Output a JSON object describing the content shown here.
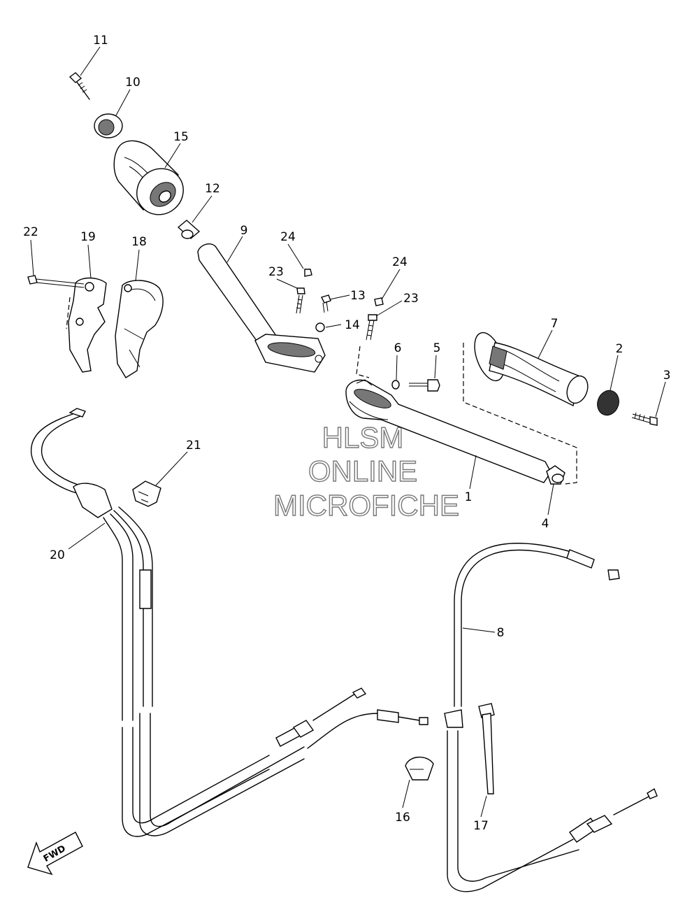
{
  "callouts": [
    {
      "id": "callout-1",
      "text": "1"
    },
    {
      "id": "callout-2",
      "text": "2"
    },
    {
      "id": "callout-3",
      "text": "3"
    },
    {
      "id": "callout-4",
      "text": "4"
    },
    {
      "id": "callout-5",
      "text": "5"
    },
    {
      "id": "callout-6",
      "text": "6"
    },
    {
      "id": "callout-7",
      "text": "7"
    },
    {
      "id": "callout-8",
      "text": "8"
    },
    {
      "id": "callout-9",
      "text": "9"
    },
    {
      "id": "callout-10",
      "text": "10"
    },
    {
      "id": "callout-11",
      "text": "11"
    },
    {
      "id": "callout-12",
      "text": "12"
    },
    {
      "id": "callout-13",
      "text": "13"
    },
    {
      "id": "callout-14",
      "text": "14"
    },
    {
      "id": "callout-15",
      "text": "15"
    },
    {
      "id": "callout-16",
      "text": "16"
    },
    {
      "id": "callout-17",
      "text": "17"
    },
    {
      "id": "callout-18",
      "text": "18"
    },
    {
      "id": "callout-19",
      "text": "19"
    },
    {
      "id": "callout-20",
      "text": "20"
    },
    {
      "id": "callout-21",
      "text": "21"
    },
    {
      "id": "callout-22",
      "text": "22"
    },
    {
      "id": "callout-23a",
      "text": "23"
    },
    {
      "id": "callout-23b",
      "text": "23"
    },
    {
      "id": "callout-24a",
      "text": "24"
    },
    {
      "id": "callout-24b",
      "text": "24"
    }
  ],
  "watermark": {
    "line1": "HLSM",
    "line2": "ONLINE",
    "line3": "MICROFICHE"
  },
  "fwd_label": "FWD"
}
